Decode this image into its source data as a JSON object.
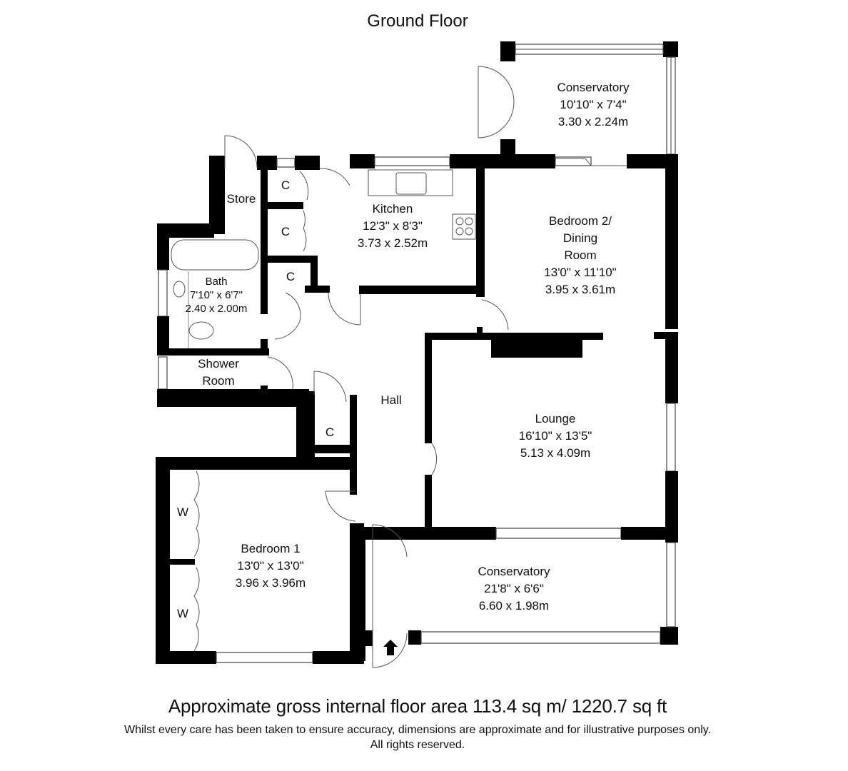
{
  "header": {
    "title": "Ground Floor"
  },
  "rooms": {
    "conservatory_top": {
      "name": "Conservatory",
      "imperial": "10'10\" x 7'4\"",
      "metric": "3.30 x 2.24m"
    },
    "store": {
      "name": "Store"
    },
    "cupboard_1": {
      "name": "C"
    },
    "cupboard_2": {
      "name": "C"
    },
    "cupboard_3": {
      "name": "C"
    },
    "cupboard_4": {
      "name": "C"
    },
    "kitchen": {
      "name": "Kitchen",
      "imperial": "12'3\" x 8'3\"",
      "metric": "3.73 x 2.52m"
    },
    "bedroom2": {
      "name_line1": "Bedroom 2/",
      "name_line2": "Dining",
      "name_line3": "Room",
      "imperial": "13'0\" x 11'10\"",
      "metric": "3.95 x 3.61m"
    },
    "bath": {
      "name": "Bath",
      "imperial": "7'10\" x 6'7\"",
      "metric": "2.40 x 2.00m"
    },
    "shower": {
      "name_line1": "Shower",
      "name_line2": "Room"
    },
    "hall": {
      "name": "Hall"
    },
    "lounge": {
      "name": "Lounge",
      "imperial": "16'10\" x 13'5\"",
      "metric": "5.13 x 4.09m"
    },
    "bedroom1": {
      "name": "Bedroom 1",
      "imperial": "13'0\" x 13'0\"",
      "metric": "3.96 x 3.96m"
    },
    "wardrobe_1": {
      "name": "W"
    },
    "wardrobe_2": {
      "name": "W"
    },
    "conservatory_bottom": {
      "name": "Conservatory",
      "imperial": "21'8\" x 6'6\"",
      "metric": "6.60 x 1.98m"
    }
  },
  "footer": {
    "area": "Approximate gross internal floor area 113.4 sq m/ 1220.7 sq ft",
    "disclaimer_line1": "Whilst every care has been taken to ensure accuracy, dimensions are approximate and for illustrative purposes only.",
    "disclaimer_line2": "All rights reserved."
  },
  "icons": {
    "entrance": "entrance-arrow-icon"
  }
}
